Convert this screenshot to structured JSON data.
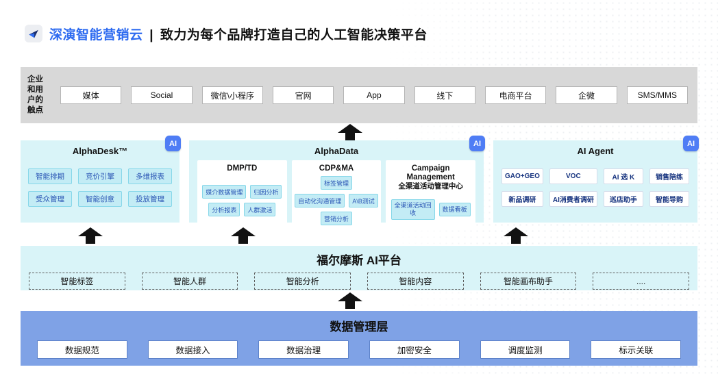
{
  "header": {
    "brand": "深演智能营销云",
    "divider": "|",
    "tagline": "致力为每个品牌打造自己的人工智能决策平台"
  },
  "touchpoints": {
    "label_lines": [
      "企业",
      "和用",
      "户的",
      "触点"
    ],
    "items": [
      "媒体",
      "Social",
      "微信\\小程序",
      "官网",
      "App",
      "线下",
      "电商平台",
      "企微",
      "SMS/MMS"
    ]
  },
  "panels": {
    "alphadesk": {
      "title": "AlphaDesk™",
      "badge": "AI",
      "items": [
        "智能排期",
        "竞价引擎",
        "多维报表",
        "受众管理",
        "智能创意",
        "投放管理"
      ]
    },
    "alphadata": {
      "title": "AlphaData",
      "badge": "AI",
      "subpanels": [
        {
          "title": "DMP/TD",
          "items": [
            "媒介数据管理",
            "归因分析",
            "分析报表",
            "人群激活"
          ]
        },
        {
          "title": "CDP&MA",
          "items": [
            "标签管理",
            "自动化沟通管理",
            "A\\B测试",
            "营销分析"
          ]
        },
        {
          "title_line1": "Campaign Management",
          "title_line2": "全渠道活动管理中心",
          "items": [
            "全渠道活动回收",
            "数据看板"
          ]
        }
      ]
    },
    "ai_agent": {
      "title": "AI Agent",
      "badge": "AI",
      "items": [
        "GAO+GEO",
        "VOC",
        "AI 选 K",
        "销售陪练",
        "新品调研",
        "AI消费者调研",
        "巡店助手",
        "智能导购"
      ]
    }
  },
  "ai_platform": {
    "title": "福尔摩斯 AI平台",
    "items": [
      "智能标签",
      "智能人群",
      "智能分析",
      "智能内容",
      "智能画布助手",
      "...."
    ]
  },
  "data_layer": {
    "title": "数据管理层",
    "items": [
      "数据规范",
      "数据接入",
      "数据治理",
      "加密安全",
      "调度监测",
      "标示关联"
    ]
  },
  "colors": {
    "brand_blue": "#2e6bf0",
    "panel_cyan": "#d9f4f8",
    "chip_cyan": "#c3ecf5",
    "chip_text_blue": "#2b56b5",
    "badge_blue": "#4f7df5",
    "data_layer_blue": "#7fa2e6",
    "touchpoint_band_gray": "#d8d8d8",
    "arrow_black": "#121212"
  }
}
